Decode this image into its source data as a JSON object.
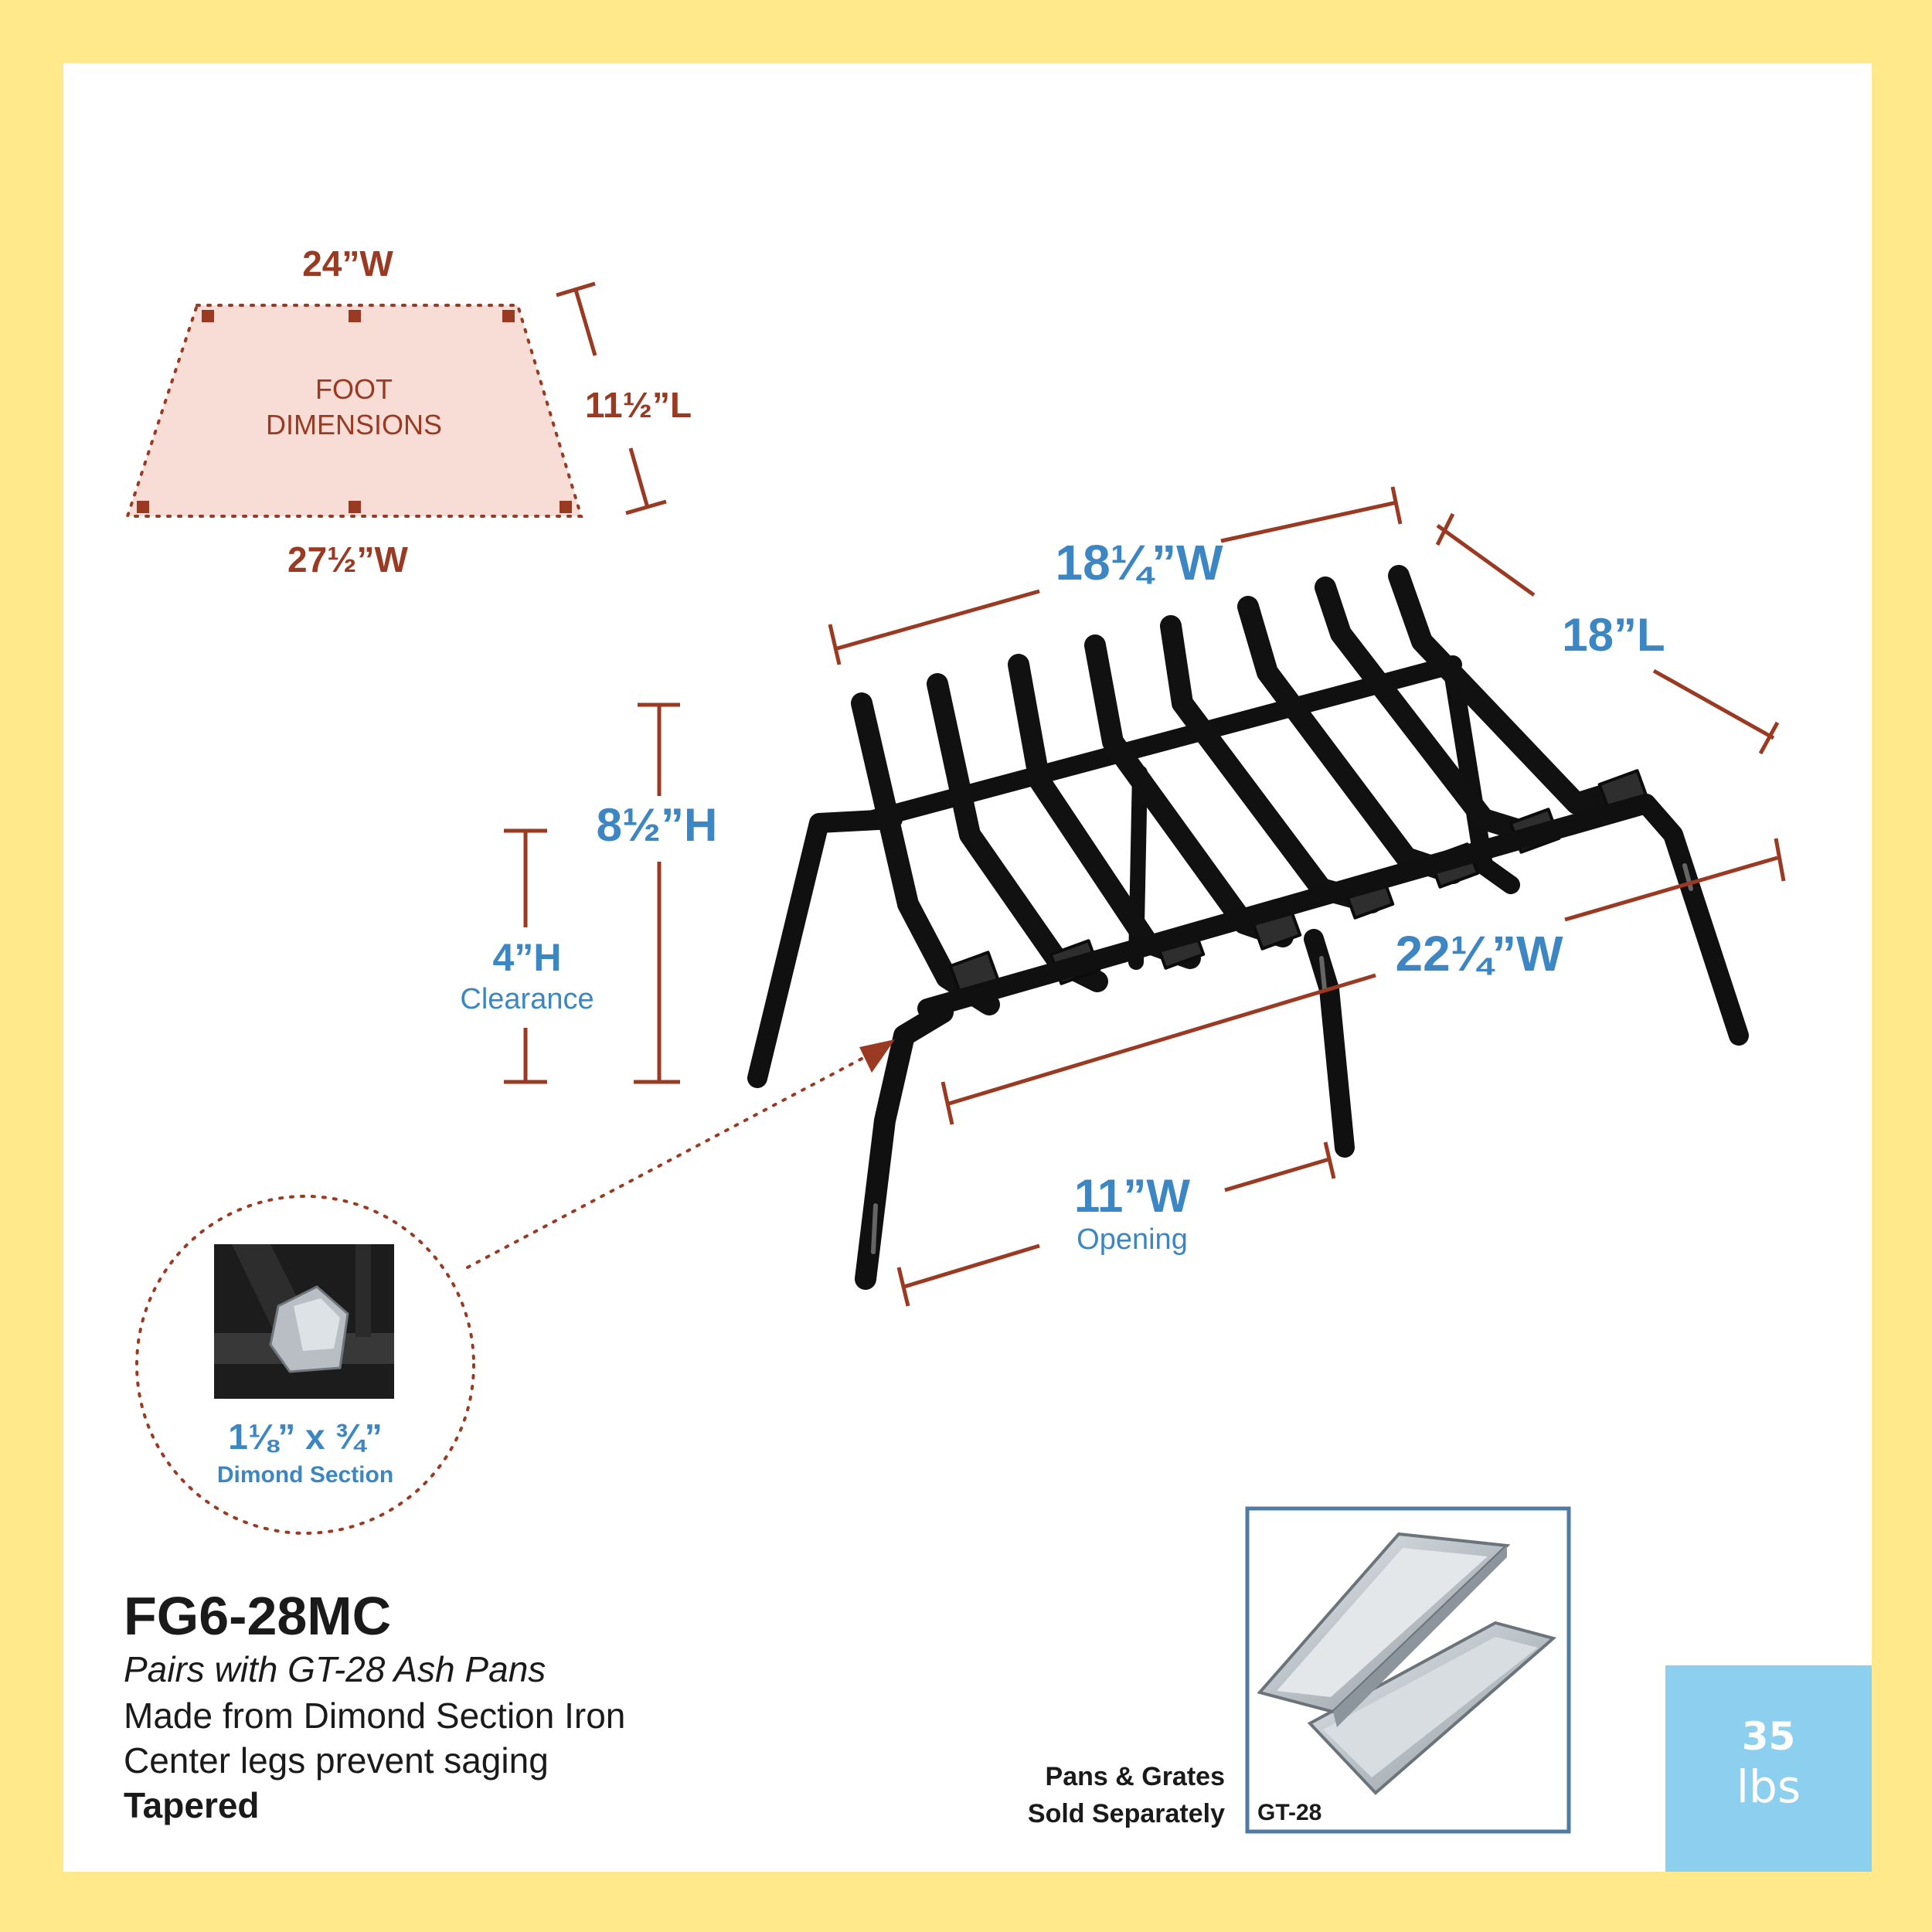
{
  "foot": {
    "top_width": "24”W",
    "bottom_width": "27½”W",
    "length": "11½”L",
    "label_line1": "FOOT",
    "label_line2": "DIMENSIONS"
  },
  "grate": {
    "top_width": "18¼”W",
    "depth": "18”L",
    "height": "8½”H",
    "clearance": "4”H",
    "clearance_label": "Clearance",
    "front_width": "22¼”W",
    "opening": "11”W",
    "opening_label": "Opening"
  },
  "section": {
    "size": "1⅛” x ¾”",
    "label": "Dimond Section"
  },
  "product": {
    "model": "FG6-28MC",
    "pairs": "Pairs with GT-28 Ash Pans",
    "feature1": "Made from Dimond Section Iron",
    "feature2": "Center legs prevent saging",
    "feature3": "Tapered"
  },
  "pans": {
    "note_line1": "Pans & Grates",
    "note_line2": "Sold Separately",
    "tag": "GT-28"
  },
  "weight": {
    "value": "35",
    "unit": "lbs"
  },
  "colors": {
    "border": "#ffe98a",
    "dimension_red": "#9a3a22",
    "dimension_blue": "#3d86c4",
    "foot_fill": "#f7ddd6",
    "weight_badge": "#8dcfee"
  }
}
